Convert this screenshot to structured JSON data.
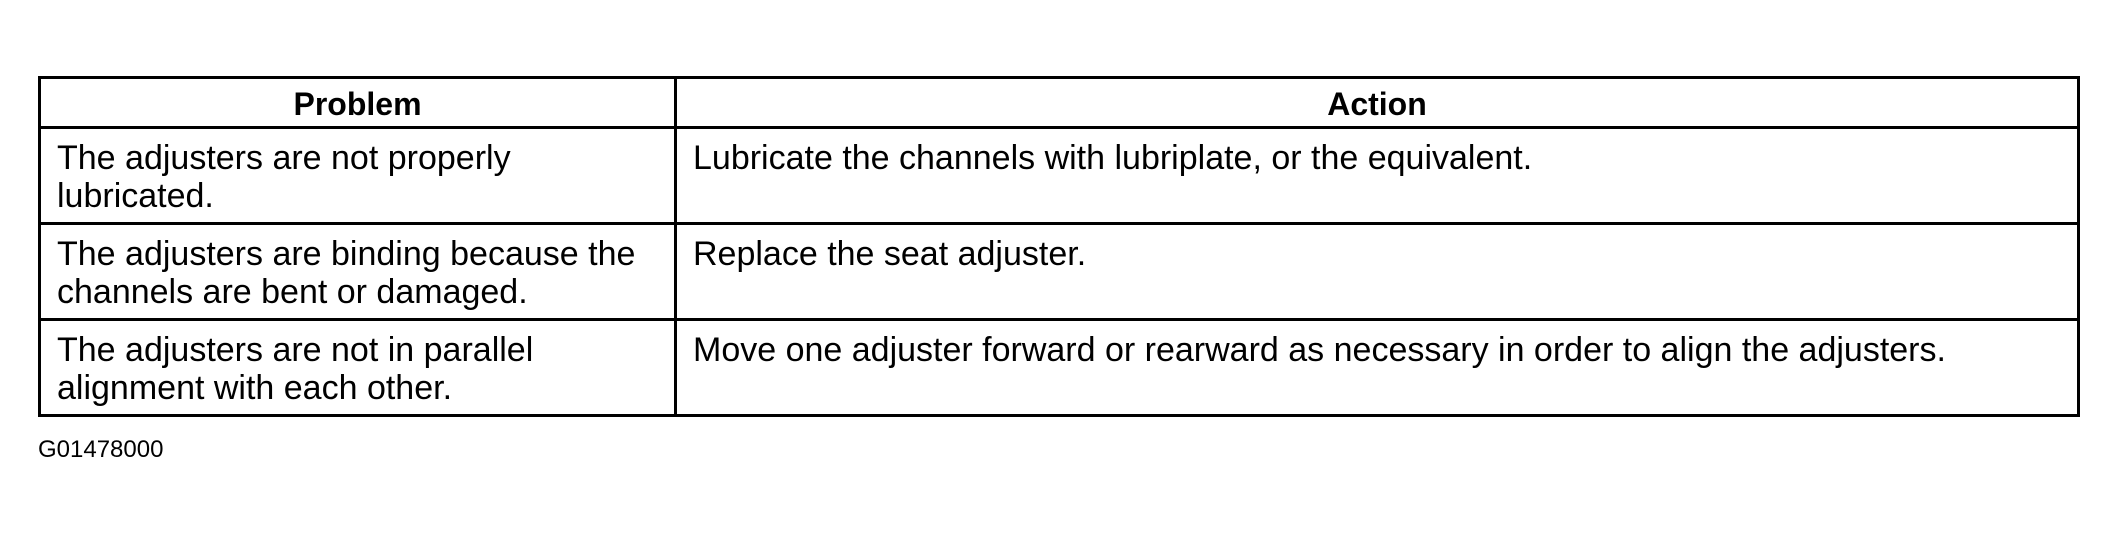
{
  "table": {
    "headers": [
      "Problem",
      "Action"
    ],
    "rows": [
      {
        "problem": "The adjusters are not properly lubricated.",
        "action": "Lubricate the channels with lubriplate, or the equivalent."
      },
      {
        "problem": "The adjusters are binding because the channels are bent or damaged.",
        "action": "Replace the seat adjuster."
      },
      {
        "problem": "The adjusters are not in parallel alignment with each other.",
        "action": "Move one adjuster forward or rearward as necessary in order to align the adjusters."
      }
    ]
  },
  "figure_id": "G01478000"
}
